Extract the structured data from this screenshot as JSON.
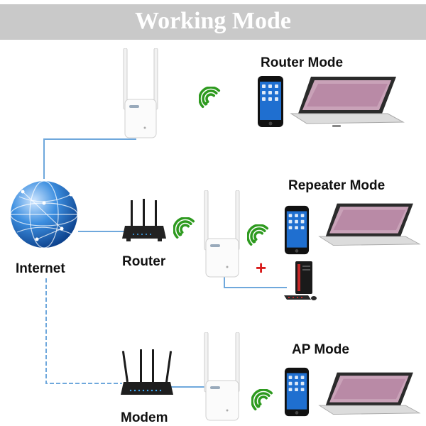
{
  "banner": {
    "title": "Working Mode"
  },
  "modes": [
    {
      "label": "Router Mode"
    },
    {
      "label": "Repeater Mode"
    },
    {
      "label": "AP Mode"
    }
  ],
  "nodes": {
    "internet": "Internet",
    "router": "Router",
    "modem": "Modem"
  },
  "extra": {
    "plus_symbol": "+"
  },
  "colors": {
    "banner": "#c9c9c9",
    "cable": "#6fa8dc",
    "wifi": "#2e9a1f",
    "globe": "#1565c0",
    "plus": "#d81b1b"
  }
}
